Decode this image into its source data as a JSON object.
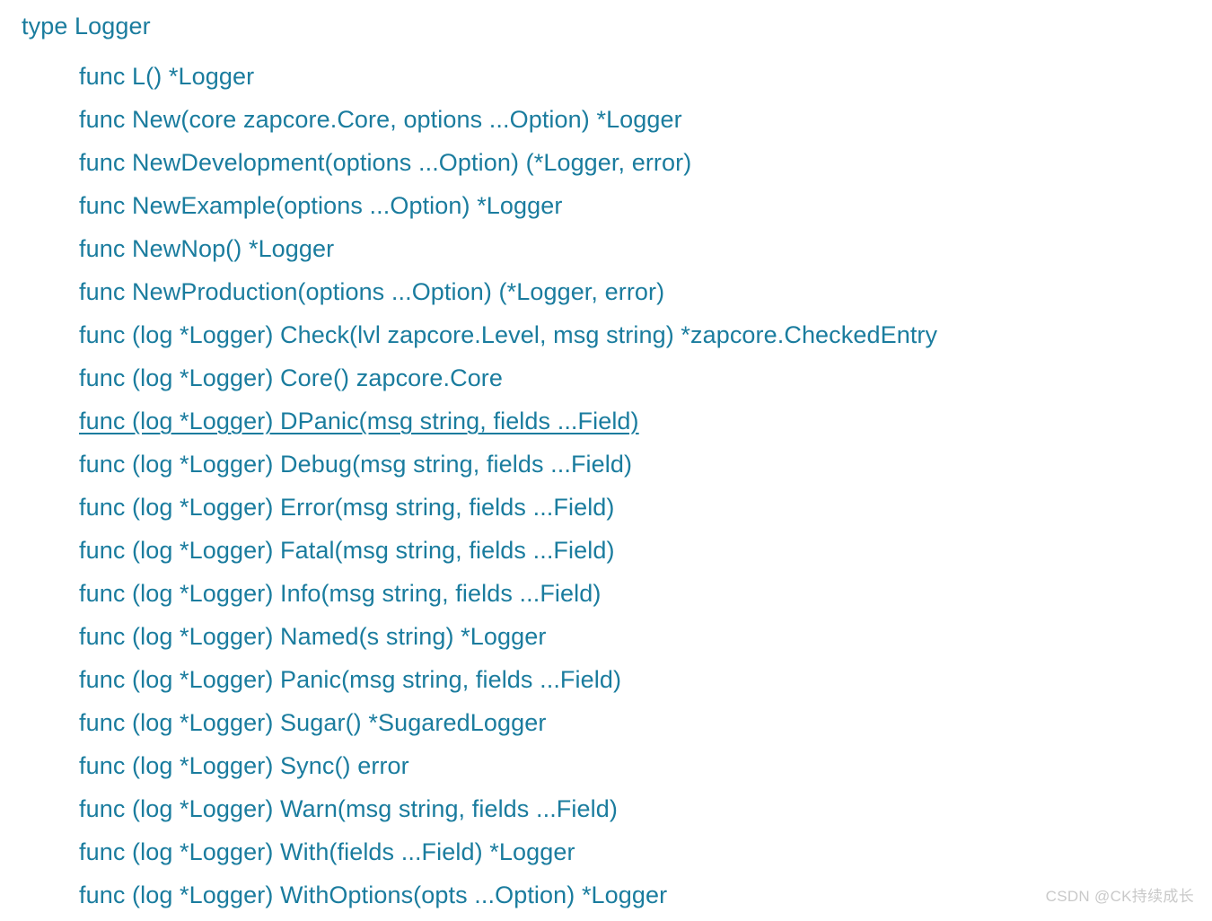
{
  "page": {
    "background_color": "#ffffff",
    "link_color": "#1a7c9e",
    "watermark_color": "#c9c9c9"
  },
  "type_declaration": {
    "label": "type Logger"
  },
  "functions": {
    "items": [
      {
        "signature": "func L() *Logger",
        "hovered": false
      },
      {
        "signature": "func New(core zapcore.Core, options ...Option) *Logger",
        "hovered": false
      },
      {
        "signature": "func NewDevelopment(options ...Option) (*Logger, error)",
        "hovered": false
      },
      {
        "signature": "func NewExample(options ...Option) *Logger",
        "hovered": false
      },
      {
        "signature": "func NewNop() *Logger",
        "hovered": false
      },
      {
        "signature": "func NewProduction(options ...Option) (*Logger, error)",
        "hovered": false
      },
      {
        "signature": "func (log *Logger) Check(lvl zapcore.Level, msg string) *zapcore.CheckedEntry",
        "hovered": false
      },
      {
        "signature": "func (log *Logger) Core() zapcore.Core",
        "hovered": false
      },
      {
        "signature": "func (log *Logger) DPanic(msg string, fields ...Field)",
        "hovered": true
      },
      {
        "signature": "func (log *Logger) Debug(msg string, fields ...Field)",
        "hovered": false
      },
      {
        "signature": "func (log *Logger) Error(msg string, fields ...Field)",
        "hovered": false
      },
      {
        "signature": "func (log *Logger) Fatal(msg string, fields ...Field)",
        "hovered": false
      },
      {
        "signature": "func (log *Logger) Info(msg string, fields ...Field)",
        "hovered": false
      },
      {
        "signature": "func (log *Logger) Named(s string) *Logger",
        "hovered": false
      },
      {
        "signature": "func (log *Logger) Panic(msg string, fields ...Field)",
        "hovered": false
      },
      {
        "signature": "func (log *Logger) Sugar() *SugaredLogger",
        "hovered": false
      },
      {
        "signature": "func (log *Logger) Sync() error",
        "hovered": false
      },
      {
        "signature": "func (log *Logger) Warn(msg string, fields ...Field)",
        "hovered": false
      },
      {
        "signature": "func (log *Logger) With(fields ...Field) *Logger",
        "hovered": false
      },
      {
        "signature": "func (log *Logger) WithOptions(opts ...Option) *Logger",
        "hovered": false
      }
    ]
  },
  "watermark": {
    "text": "CSDN @CK持续成长"
  }
}
